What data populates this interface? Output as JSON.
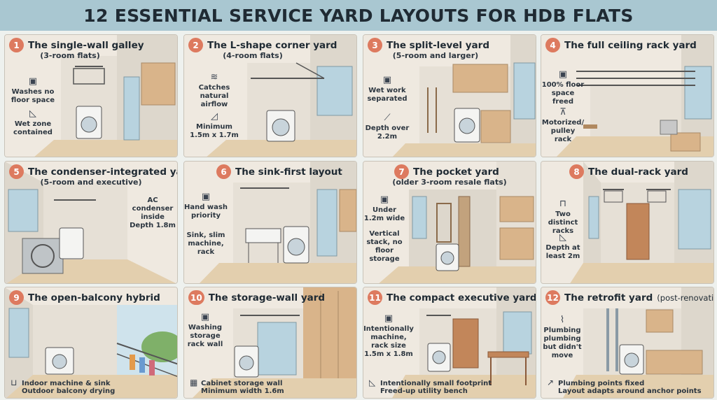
{
  "page_title": "12 ESSENTIAL SERVICE YARD LAYOUTS FOR HDB FLATS",
  "panels": [
    {
      "number": "1",
      "title": "The single-wall galley",
      "subtitle": "(3-room flats)",
      "features": [
        {
          "icon": "washer-icon",
          "text": "Washes no floor space"
        },
        {
          "icon": "wet-zone-icon",
          "text": "Wet zone contained"
        }
      ]
    },
    {
      "number": "2",
      "title": "The L-shape corner yard",
      "subtitle": "(4-room flats)",
      "features": [
        {
          "icon": "airflow-icon",
          "text": "Catches natural airflow"
        },
        {
          "icon": "ruler-icon",
          "text": "Minimum 1.5m x 1.7m"
        }
      ]
    },
    {
      "number": "3",
      "title": "The split-level yard",
      "subtitle": "(5-room and larger)",
      "features": [
        {
          "icon": "washer-icon",
          "text": "Wet work separated"
        },
        {
          "icon": "mop-icon",
          "text": "Depth over 2.2m"
        }
      ]
    },
    {
      "number": "4",
      "title": "The full ceiling rack yard",
      "features": [
        {
          "icon": "washer-icon",
          "text": "100% floor space freed"
        },
        {
          "icon": "pulley-icon",
          "text": "Motorized/ pulley rack"
        }
      ]
    },
    {
      "number": "5",
      "title": "The condenser-integrated yard",
      "subtitle": "(5-room and executive)",
      "features": [
        {
          "icon": "",
          "text": "AC condenser inside Depth 1.8m"
        }
      ]
    },
    {
      "number": "6",
      "title": "The sink-first layout",
      "features": [
        {
          "icon": "washer-icon",
          "text": "Hand wash priority"
        },
        {
          "icon": "",
          "text": "Sink, slim machine, rack"
        }
      ]
    },
    {
      "number": "7",
      "title": "The pocket yard",
      "subtitle": "(older 3-room resale flats)",
      "features": [
        {
          "icon": "washer-icon",
          "text": "Under 1.2m wide"
        },
        {
          "icon": "",
          "text": "Vertical stack, no floor storage"
        }
      ]
    },
    {
      "number": "8",
      "title": "The dual-rack yard",
      "features": [
        {
          "icon": "rack-icon",
          "text": "Two distinct racks"
        },
        {
          "icon": "ruler-icon",
          "text": "Depth at least 2m"
        }
      ]
    },
    {
      "number": "9",
      "title": "The open-balcony hybrid",
      "bottom": [
        {
          "icon": "basket-icon",
          "text": "Indoor machine & sink"
        },
        {
          "icon": "",
          "text": "Outdoor balcony drying"
        }
      ]
    },
    {
      "number": "10",
      "title": "The storage-wall yard",
      "features": [
        {
          "icon": "washer-icon",
          "text": "Washing storage rack wall"
        }
      ],
      "bottom": [
        {
          "icon": "cabinet-icon",
          "text": "Cabinet storage wall"
        },
        {
          "icon": "",
          "text": "Minimum width 1.6m"
        }
      ]
    },
    {
      "number": "11",
      "title": "The compact executive yard",
      "features": [
        {
          "icon": "washer-icon",
          "text": "Intentionally machine, rack size 1.5m x 1.8m"
        }
      ],
      "bottom": [
        {
          "icon": "ruler-icon",
          "text": "Intentionally small footprint"
        },
        {
          "icon": "",
          "text": "Freed-up utility bench"
        }
      ]
    },
    {
      "number": "12",
      "title": "The retrofit yard",
      "title_suffix": "(post-renovation)",
      "features": [
        {
          "icon": "pipe-icon",
          "text": "Plumbing plumbing but didn't move"
        }
      ],
      "bottom": [
        {
          "icon": "growth-icon",
          "text": "Plumbing points fixed"
        },
        {
          "icon": "",
          "text": "Layout adapts around anchor points"
        }
      ]
    }
  ],
  "colors": {
    "header_bg": "#a9c7d1",
    "badge": "#dd7a5f",
    "panel_bg": "#f2ede6",
    "floor": "#e3cfae",
    "wall": "#e9e4dc",
    "window": "#b8d3df",
    "cabinet": "#d9b48a",
    "washer": "#f4f4f2"
  }
}
